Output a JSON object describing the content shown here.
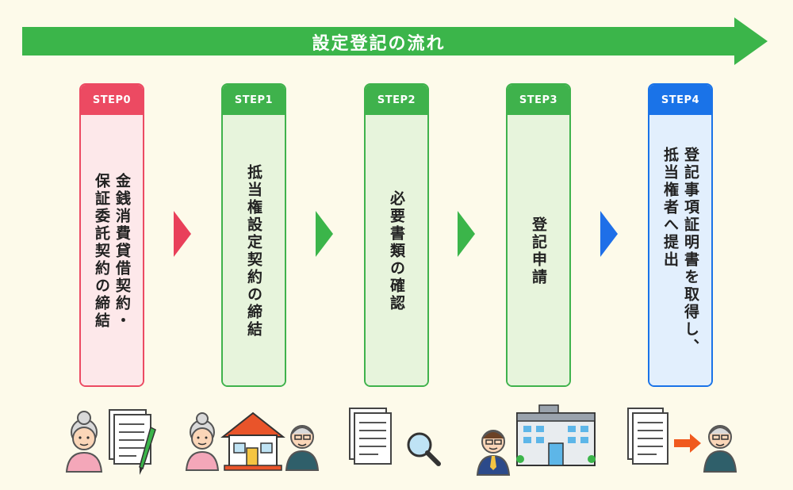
{
  "title": "設定登記の流れ",
  "colors": {
    "green": "#3bb54a",
    "red": "#e9405a",
    "blue": "#1e6fe8"
  },
  "steps": [
    {
      "label": "STEP0",
      "text": "金銭消費貸借契約・\n保証委託契約の締結",
      "color": "#ec4a62",
      "bg": "#fde8ea"
    },
    {
      "label": "STEP1",
      "text": "抵当権設定契約の締結",
      "color": "#3fb24c",
      "bg": "#e7f4dc"
    },
    {
      "label": "STEP2",
      "text": "必要書類の確認",
      "color": "#3fb24c",
      "bg": "#e7f4dc"
    },
    {
      "label": "STEP3",
      "text": "登記申請",
      "color": "#3fb24c",
      "bg": "#e7f4dc"
    },
    {
      "label": "STEP4",
      "text": "登記事項証明書を取得し、\n抵当権者へ提出",
      "color": "#1a73e8",
      "bg": "#e2effd"
    }
  ]
}
